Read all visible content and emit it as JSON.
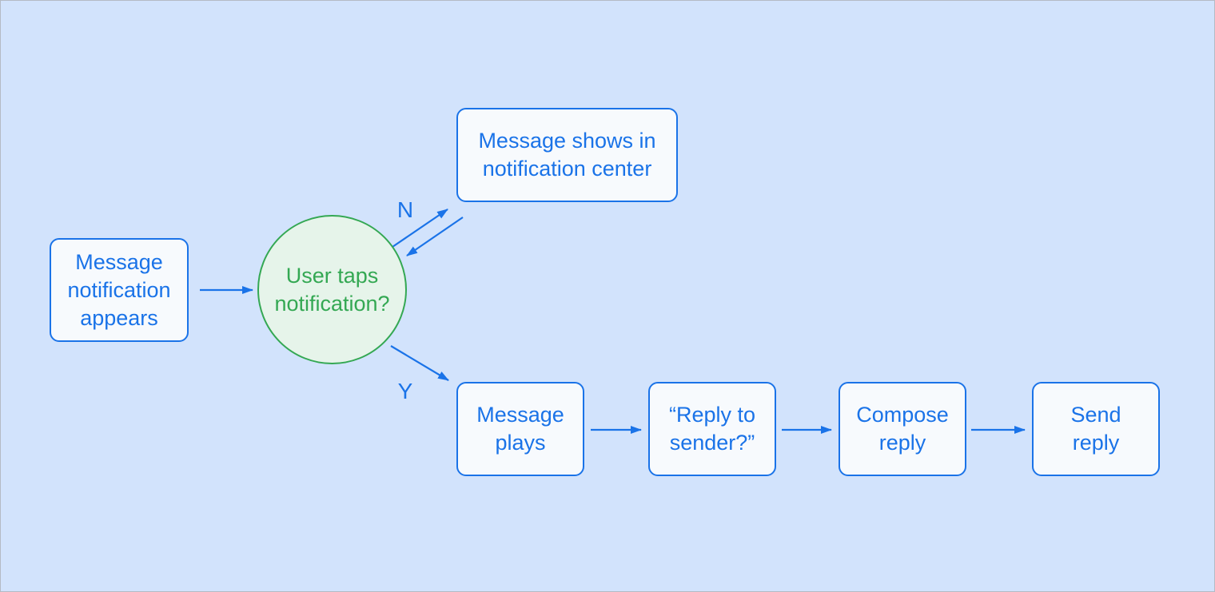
{
  "diagram": {
    "colors": {
      "background": "#d2e3fc",
      "blue_accent": "#1a73e8",
      "green_accent": "#34a853",
      "process_fill": "#f7fafd",
      "decision_fill": "#e6f4ea"
    },
    "nodes": {
      "start": {
        "label": "Message notification appears"
      },
      "decision": {
        "label": "User taps notification?"
      },
      "notification_center": {
        "label": "Message shows in notification center"
      },
      "message_plays": {
        "label": "Message plays"
      },
      "reply_to_sender": {
        "label": "“Reply to sender?”"
      },
      "compose_reply": {
        "label": "Compose reply"
      },
      "send_reply": {
        "label": "Send reply"
      }
    },
    "edge_labels": {
      "no": "N",
      "yes": "Y"
    }
  }
}
